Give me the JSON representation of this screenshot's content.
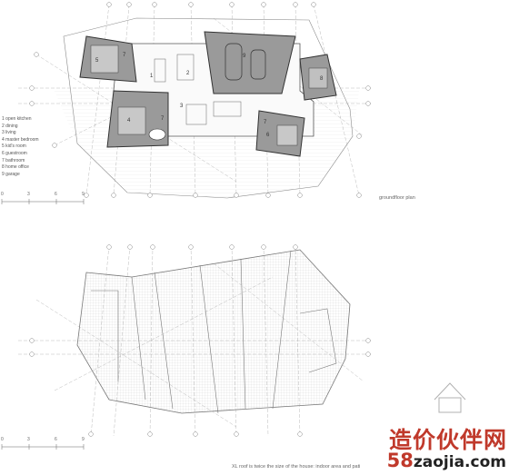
{
  "legend": [
    "1 open kitchen",
    "2 dining",
    "3 living",
    "4 master bedroom",
    "5 kid's room",
    "6 guestroom",
    "7 bathroom",
    "8 home office",
    "9 garage"
  ],
  "scale_labels": [
    "0",
    "3",
    "6",
    "9"
  ],
  "plan_caption": "groundfloor plan",
  "roof_caption": "XL roof is twice the size of the house: indoor area and pati",
  "room_numbers": [
    "5",
    "7",
    "1",
    "2",
    "9",
    "8",
    "4",
    "3",
    "6",
    "7",
    "7"
  ],
  "watermark": {
    "cn": "造价伙伴网",
    "num": "58",
    "url": "zaojia.com"
  }
}
